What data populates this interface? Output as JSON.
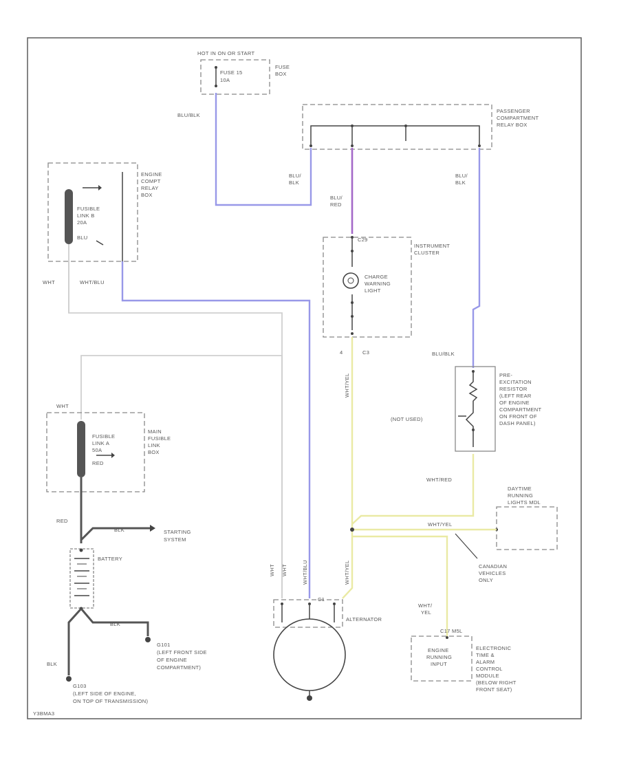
{
  "labels": {
    "hot_in_on_start": "HOT IN ON OR START",
    "fuse_15": "FUSE 15",
    "fuse_15_amp": "10A",
    "fuse_box_1": "FUSE",
    "fuse_box_2": "BOX",
    "blu_blk_top": "BLU/BLK",
    "pass_relay_1": "PASSENGER",
    "pass_relay_2": "COMPARTMENT",
    "pass_relay_3": "RELAY BOX",
    "blu_blk_left_1": "BLU/",
    "blu_blk_left_2": "BLK",
    "blu_red_1": "BLU/",
    "blu_red_2": "RED",
    "blu_blk_right_1": "BLU/",
    "blu_blk_right_2": "BLK",
    "eng_relay_1": "ENGINE",
    "eng_relay_2": "COMPT",
    "eng_relay_3": "RELAY",
    "eng_relay_4": "BOX",
    "fl_b_1": "FUSIBLE",
    "fl_b_2": "LINK B",
    "fl_b_3": "20A",
    "fl_b_4": "BLU",
    "c_inst": "C29",
    "inst_cluster_1": "INSTRUMENT",
    "inst_cluster_2": "CLUSTER",
    "charge_1": "CHARGE",
    "charge_2": "WARNING",
    "charge_3": "LIGHT",
    "wht": "WHT",
    "wht_blu": "WHT/BLU",
    "c_4": "4",
    "c_c3": "C3",
    "blu_blk_pre": "BLU/BLK",
    "pre_1": "PRE-",
    "pre_2": "EXCITATION",
    "pre_3": "RESISTOR",
    "pre_4": "(LEFT REAR",
    "pre_5": "OF ENGINE",
    "pre_6": "COMPARTMENT",
    "pre_7": "ON FRONT OF",
    "pre_8": "DASH PANEL)",
    "not_used": "(NOT USED)",
    "wht_red_pre": "WHT/RED",
    "wht_yel_vert": "WHT/YEL",
    "wht_main": "WHT",
    "fl_a_1": "FUSIBLE",
    "fl_a_2": "LINK A",
    "fl_a_3": "50A",
    "fl_a_4": "RED",
    "main_fl_1": "MAIN",
    "main_fl_2": "FUSIBLE",
    "main_fl_3": "LINK",
    "main_fl_4": "BOX",
    "drl_1": "DAYTIME",
    "drl_2": "RUNNING",
    "drl_3": "LIGHTS MDL",
    "red_lbl": "RED",
    "blk_start": "BLK",
    "starting_1": "STARTING",
    "starting_2": "SYSTEM",
    "battery": "BATTERY",
    "wht_yel_drl": "WHT/YEL",
    "canadian_1": "CANADIAN",
    "canadian_2": "VEHICLES",
    "canadian_3": "ONLY",
    "wht_a": "WHT",
    "wht_b": "WHT",
    "wht_blu_alt": "WHT/BLU",
    "wht_yel_alt": "WHT/YEL",
    "wht_yel_ecm_1": "WHT/",
    "wht_yel_ecm_2": "YEL",
    "alternator": "ALTERNATOR",
    "alt_c": "C1",
    "ecm_c": "C17 M5L",
    "eri_1": "ENGINE",
    "eri_2": "RUNNING",
    "eri_3": "INPUT",
    "etacs_1": "ELECTRONIC",
    "etacs_2": "TIME &",
    "etacs_3": "ALARM",
    "etacs_4": "CONTROL",
    "etacs_5": "MODULE",
    "etacs_6": "(BELOW RIGHT",
    "etacs_7": "FRONT SEAT)",
    "blk_g1": "BLK",
    "g1_1": "G101",
    "g1_2": "(LEFT FRONT SIDE",
    "g1_3": "OF ENGINE",
    "g1_4": "COMPARTMENT)",
    "blk_g2": "BLK",
    "g2_1": "G103",
    "g2_2": "(LEFT SIDE OF ENGINE,",
    "g2_3": "ON TOP OF TRANSMISSION)",
    "fig_id": "Y3BMA3"
  }
}
